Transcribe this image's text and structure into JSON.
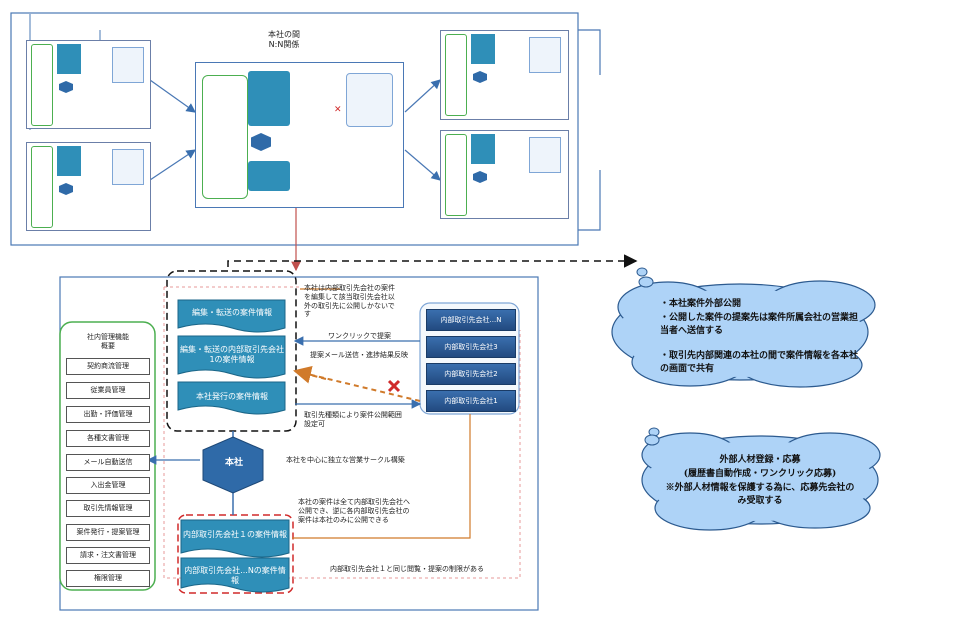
{
  "top_overview": {
    "center_title": "本社の間\nN:N関係"
  },
  "main": {
    "side_menu": {
      "title": "社内管理機能\n概要",
      "items": [
        "契約商流管理",
        "従業員管理",
        "出勤・評価管理",
        "各種文書管理",
        "メール自動送信",
        "入出金管理",
        "取引先情報管理",
        "案件発行・提案管理",
        "請求・注文書管理",
        "権限管理"
      ]
    },
    "hq_stack": [
      "編集・転送の案件情報",
      "編集・転送の内部取引先会社1の案件情報",
      "本社発行の案件情報"
    ],
    "hq_label": "本社",
    "hq_caption": "本社を中心に独立な営業サークル構築",
    "note_top": "本社は内部取引先会社の案件を編集して該当取引先会社以外の取引先に公開しかないです",
    "arrow_one_click": "ワンクリックで提案",
    "arrow_mail": "提案メール送信・進捗結果反映",
    "arrow_type": "取引先種類により案件公開範囲設定可",
    "partners": [
      "内部取引先会社...N",
      "内部取引先会社3",
      "内部取引先会社2",
      "内部取引先会社1"
    ],
    "note_bottom": "本社の案件は全て内部取引先会社へ公開でき、逆に各内部取引先会社の案件は本社のみに公開できる",
    "bottom_stack": [
      "内部取引先会社１の案件情報",
      "内部取引先会社...Nの案件情報"
    ],
    "bottom_note": "内部取引先会社１と同じ閲覧・提案の制限がある"
  },
  "clouds": {
    "top": [
      "・本社案件外部公開",
      "・公開した案件の提案先は案件所属会社の営業担当者へ送信する",
      "・取引先内部関連の本社の間で案件情報を各本社の画面で共有"
    ],
    "bottom": [
      "外部人材登録・応募",
      "(履歴書自動作成・ワンクリック応募)",
      "※外部人材情報を保護する為に、応募先会社のみ受取する"
    ]
  }
}
